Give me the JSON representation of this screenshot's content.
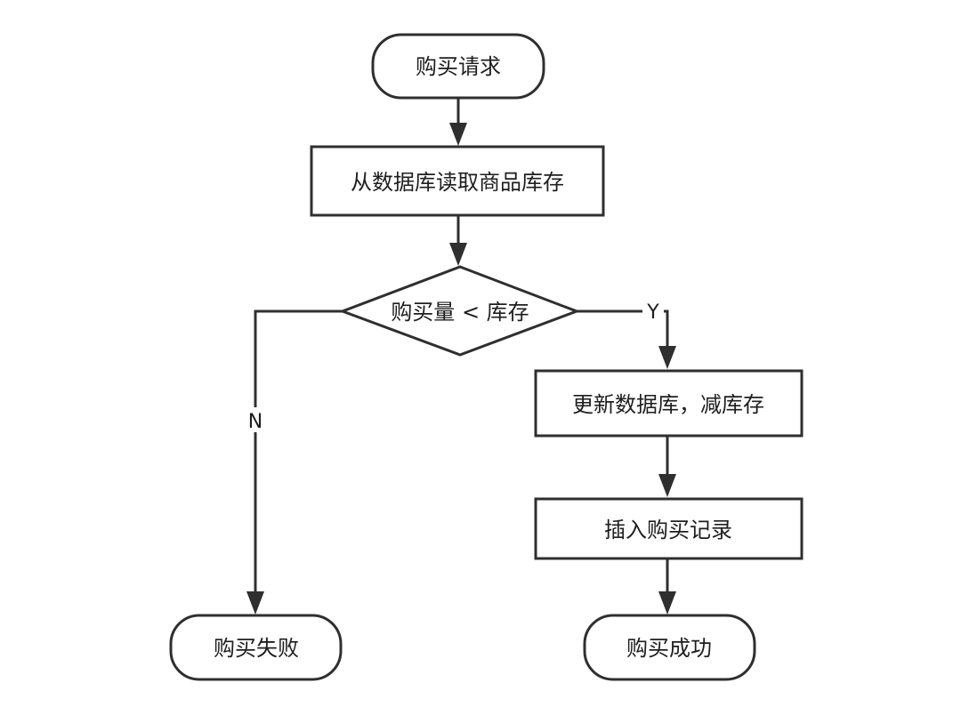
{
  "nodes": {
    "start": "购买请求",
    "read_stock": "从数据库读取商品库存",
    "decision": "购买量 < 库存",
    "update_db": "更新数据库，减库存",
    "insert_record": "插入购买记录",
    "fail": "购买失败",
    "success": "购买成功"
  },
  "edges": {
    "yes_label": "Y",
    "no_label": "N"
  },
  "colors": {
    "stroke": "#2f2f2f",
    "fill": "#ffffff",
    "text": "#1e1e1e"
  }
}
